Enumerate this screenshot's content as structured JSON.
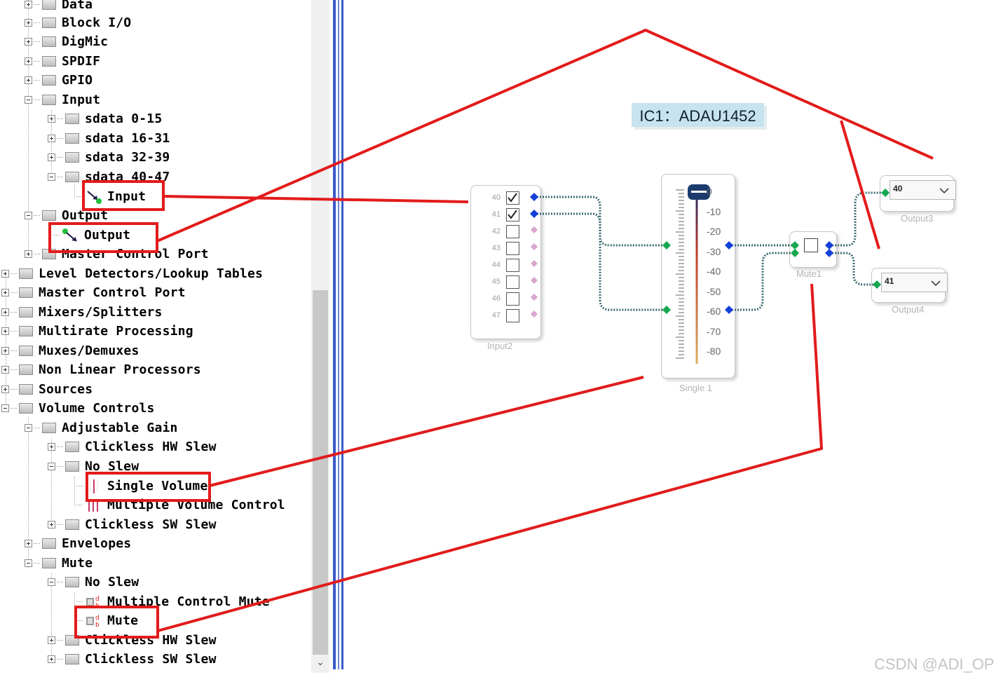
{
  "tree": {
    "nodes": [
      {
        "label": "Data",
        "expander": "plus",
        "kind": "folder"
      },
      {
        "label": "Block I/O",
        "expander": "plus",
        "kind": "folder"
      },
      {
        "label": "DigMic",
        "expander": "plus",
        "kind": "folder"
      },
      {
        "label": "SPDIF",
        "expander": "plus",
        "kind": "folder"
      },
      {
        "label": "GPIO",
        "expander": "plus",
        "kind": "folder"
      },
      {
        "label": "Input",
        "expander": "minus",
        "kind": "folder"
      },
      {
        "label": "sdata 0-15",
        "expander": "plus",
        "kind": "folder"
      },
      {
        "label": "sdata 16-31",
        "expander": "plus",
        "kind": "folder"
      },
      {
        "label": "sdata 32-39",
        "expander": "plus",
        "kind": "folder"
      },
      {
        "label": "sdata 40-47",
        "expander": "minus",
        "kind": "folder"
      },
      {
        "label": "Input",
        "expander": "none",
        "kind": "input-icon"
      },
      {
        "label": "Output",
        "expander": "minus",
        "kind": "folder"
      },
      {
        "label": "Output",
        "expander": "none",
        "kind": "output-icon"
      },
      {
        "label": "Master Control Port",
        "expander": "plus",
        "kind": "folder"
      },
      {
        "label": "Level Detectors/Lookup Tables",
        "expander": "plus",
        "kind": "folder"
      },
      {
        "label": "Master Control Port",
        "expander": "plus",
        "kind": "folder"
      },
      {
        "label": "Mixers/Splitters",
        "expander": "plus",
        "kind": "folder"
      },
      {
        "label": "Multirate Processing",
        "expander": "plus",
        "kind": "folder"
      },
      {
        "label": "Muxes/Demuxes",
        "expander": "plus",
        "kind": "folder"
      },
      {
        "label": "Non Linear Processors",
        "expander": "plus",
        "kind": "folder"
      },
      {
        "label": "Sources",
        "expander": "plus",
        "kind": "folder"
      },
      {
        "label": "Volume Controls",
        "expander": "minus",
        "kind": "folder"
      },
      {
        "label": "Adjustable Gain",
        "expander": "minus",
        "kind": "folder"
      },
      {
        "label": "Clickless HW Slew",
        "expander": "plus",
        "kind": "folder"
      },
      {
        "label": "No Slew",
        "expander": "minus",
        "kind": "folder"
      },
      {
        "label": "Single Volume",
        "expander": "none",
        "kind": "single-volume-icon"
      },
      {
        "label": "Multiple Volume Control",
        "expander": "none",
        "kind": "multi-volume-icon"
      },
      {
        "label": "Clickless SW Slew",
        "expander": "plus",
        "kind": "folder"
      },
      {
        "label": "Envelopes",
        "expander": "plus",
        "kind": "folder"
      },
      {
        "label": "Mute",
        "expander": "minus",
        "kind": "folder"
      },
      {
        "label": "No Slew",
        "expander": "minus",
        "kind": "folder"
      },
      {
        "label": "Multiple Control Mute",
        "expander": "none",
        "kind": "mute-icon"
      },
      {
        "label": "Mute",
        "expander": "none",
        "kind": "mute-icon"
      },
      {
        "label": "Clickless HW Slew",
        "expander": "plus",
        "kind": "folder"
      },
      {
        "label": "Clickless SW Slew",
        "expander": "plus",
        "kind": "folder"
      }
    ]
  },
  "canvas": {
    "ic_label": "IC1：ADAU1452",
    "input_block": {
      "caption": "Input2",
      "channels": [
        {
          "num": "40",
          "checked": true
        },
        {
          "num": "41",
          "checked": true
        },
        {
          "num": "42",
          "checked": false
        },
        {
          "num": "43",
          "checked": false
        },
        {
          "num": "44",
          "checked": false
        },
        {
          "num": "45",
          "checked": false
        },
        {
          "num": "46",
          "checked": false
        },
        {
          "num": "47",
          "checked": false
        }
      ]
    },
    "volume_block": {
      "caption": "Single 1",
      "scale": [
        "0",
        "-10",
        "-20",
        "-30",
        "-40",
        "-50",
        "-60",
        "-70",
        "-80"
      ],
      "value_db": 0
    },
    "mute_block": {
      "caption": "Mute1",
      "checked": false
    },
    "outputs": [
      {
        "caption": "Output3",
        "value": "40"
      },
      {
        "caption": "Output4",
        "value": "41"
      }
    ]
  },
  "colors": {
    "annotation": "#e21b1b",
    "wire": "#3c6870",
    "port_in": "#14a84e",
    "port_out": "#1240d8",
    "port_unused": "#d8a6cf",
    "ic_label_bg": "#c6e3ef",
    "splitter": "#3a5bc8"
  },
  "watermark": "CSDN @ADI_OP"
}
